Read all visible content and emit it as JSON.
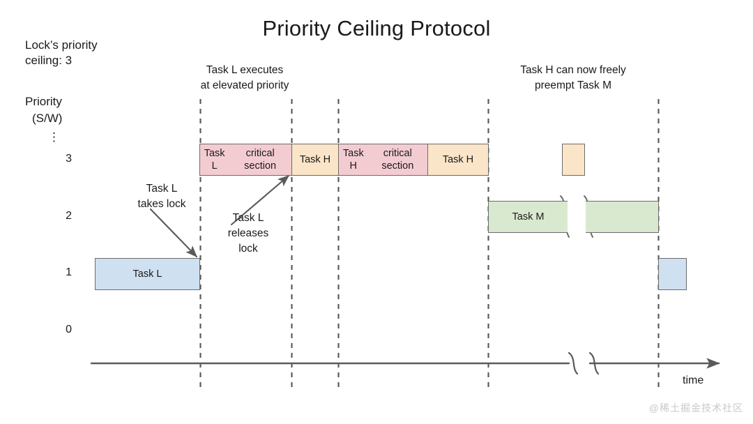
{
  "title": "Priority Ceiling Protocol",
  "lock_note": "Lock’s priority\nceiling: 3",
  "lock_note_line1": "Lock’s priority",
  "lock_note_line2": "ceiling: 3",
  "axis": {
    "y_label_line1": "Priority",
    "y_label_line2": "(S/W)",
    "y_ellipsis": "⋮",
    "y_ticks": [
      "3",
      "2",
      "1",
      "0"
    ],
    "x_label": "time"
  },
  "annotations": [
    {
      "id": "elevated-priority",
      "line1": "Task L executes",
      "line2": "at elevated priority"
    },
    {
      "id": "preempt-task-m",
      "line1": "Task H can now freely",
      "line2": "preempt Task M"
    },
    {
      "id": "takes-lock",
      "line1": "Task L",
      "line2": "takes lock"
    },
    {
      "id": "releases-lock",
      "line1": "Task L",
      "line2": "releases",
      "line3": "lock"
    }
  ],
  "blocks": [
    {
      "id": "task-l-critical-section",
      "line1": "Task L",
      "line2": "critical section",
      "color": "#f3ccd2",
      "priority": "3"
    },
    {
      "id": "task-h-1",
      "line1": "Task H",
      "line2": "",
      "color": "#fae5c8",
      "priority": "3"
    },
    {
      "id": "task-h-critical-section",
      "line1": "Task H",
      "line2": "critical section",
      "color": "#f3ccd2",
      "priority": "3"
    },
    {
      "id": "task-h-2",
      "line1": "Task H",
      "line2": "",
      "color": "#fae5c8",
      "priority": "3"
    },
    {
      "id": "task-h-3",
      "line1": "",
      "line2": "",
      "color": "#fae5c8",
      "priority": "3"
    },
    {
      "id": "task-m-left",
      "line1": "Task M",
      "line2": "",
      "color": "#d9e9d0",
      "priority": "2"
    },
    {
      "id": "task-m-right",
      "line1": "",
      "line2": "",
      "color": "#d9e9d0",
      "priority": "2"
    },
    {
      "id": "task-l-run",
      "line1": "Task L",
      "line2": "",
      "color": "#cfe0f0",
      "priority": "1"
    },
    {
      "id": "task-l-resume",
      "line1": "",
      "line2": "",
      "color": "#cfe0f0",
      "priority": "1"
    }
  ],
  "colors": {
    "pink": "#f3ccd2",
    "orange": "#fae5c8",
    "green": "#d9e9d0",
    "blue": "#cfe0f0",
    "stroke": "#6b6b6b",
    "axis": "#5a5a5a",
    "text": "#1a1a1a"
  },
  "watermark": "@稀土掘金技术社区"
}
